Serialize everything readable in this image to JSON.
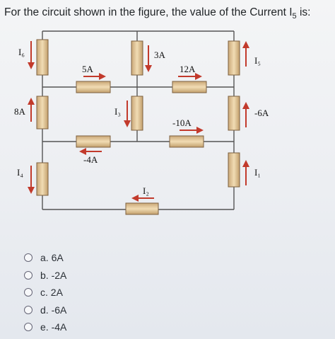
{
  "question": {
    "text_before": "For the circuit shown in the figure, the value of the Current I",
    "subscript": "5",
    "text_after": " is:"
  },
  "figure": {
    "labels": {
      "i6": "I₆",
      "i5": "I₅",
      "i4": "I₄",
      "i3": "I₃",
      "i2": "I₂",
      "i1": "I₁",
      "a5": "5A",
      "a3": "3A",
      "a12": "12A",
      "a8": "8A",
      "an6": "-6A",
      "an10": "-10A",
      "an4": "-4A"
    }
  },
  "options": [
    {
      "label": "a. 6A"
    },
    {
      "label": "b. -2A"
    },
    {
      "label": "c. 2A"
    },
    {
      "label": "d. -6A"
    },
    {
      "label": "e. -4A"
    }
  ]
}
